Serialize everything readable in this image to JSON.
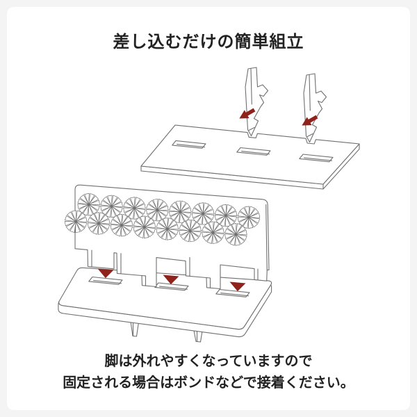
{
  "colors": {
    "bg": "#f4f4f5",
    "card": "#ffffff",
    "line": "#6f6f6f",
    "arrow": "#8f231c",
    "text": "#222222"
  },
  "header": {
    "title": "差し込むだけの簡単組立"
  },
  "footer": {
    "note_line1": "脚は外れやすくなっていますので",
    "note_line2": "固定される場合はボンドなどで接着ください。"
  },
  "diagram": {
    "description": "assembly illustration",
    "step1": {
      "parts": [
        "top board with three slots",
        "two hook-shaped legs"
      ],
      "arrow_icon": "insert-arrow"
    },
    "step2": {
      "parts": [
        "asanoha pattern panel with tabs",
        "base board with three slots and two legs"
      ],
      "arrow_icon": "insert-down-triangle"
    },
    "pattern_name": "asanoha"
  }
}
